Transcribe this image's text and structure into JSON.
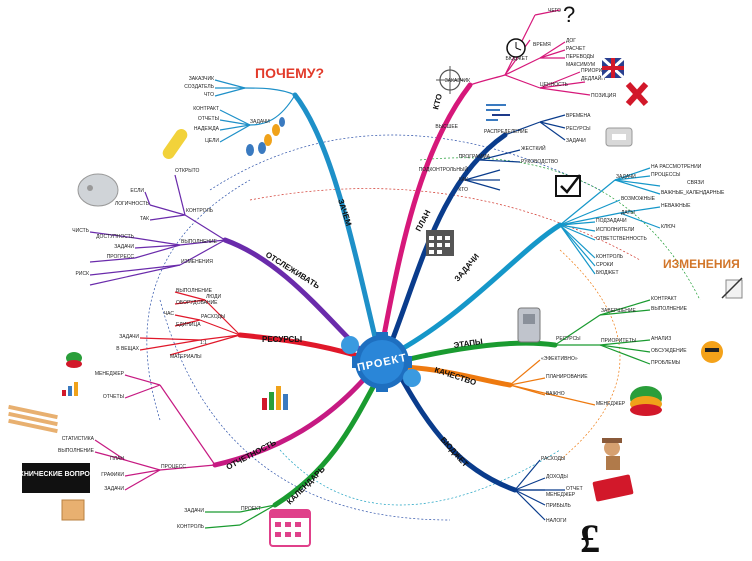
{
  "center": "ПРОЕКТ",
  "branches": {
    "why": "ЗАЧЕМ",
    "who": "КТО",
    "plan": "ПЛАН",
    "tasks": "ЗАДАЧИ",
    "stages": "ЭТАПЫ",
    "quality": "КАЧЕСТВО",
    "budget": "БЮДЖЕТ",
    "calendar": "КАЛЕНДАРЬ",
    "reporting": "ОТЧЕТНОСТЬ",
    "resources": "РЕСУРСЫ",
    "tracking": "ОТСЛЕЖИВАТЬ"
  },
  "headings": {
    "why_question": "ПОЧЕМУ?",
    "changes": "ИЗМЕНЕНИЯ",
    "tech_issues": "ТЕХНИЧЕСКИЕ ВОПРОСЫ"
  },
  "leaves": {
    "why": [
      "ЗАКАЗЧИК",
      "СОЗДАТЕЛЬ",
      "ЧТО",
      "ЗАДАЧИ",
      "КОНТРАКТ",
      "ОТЧЕТЫ",
      "НАДЕЖДА",
      "ЦЕЛИ"
    ],
    "who": [
      "ЧЕГО",
      "ВРЕМЯ",
      "БЮДЖЕТ",
      "ЗАКАЗЧИК",
      "ДОГ",
      "РАСЧЕТ",
      "ПЕРЕВОДЫ",
      "МАКСИМУМ",
      "ЦЕННОСТЬ",
      "ДЕДЛАЙН",
      "ПРИОРИТЕТЫ",
      "ПОЗИЦИЯ"
    ],
    "plan": [
      "ВРЕМЕНА",
      "РЕСУРСЫ",
      "ЖЕСТКИЙ",
      "ПРОГРАММА",
      "РУКОВОДСТВО",
      "РАСПРЕДЕЛЕНИЕ",
      "ЗАДАЧИ",
      "ВЫСШЕЕ",
      "ПОДКОНТРОЛЬНЫЙ",
      "КАК",
      "КТО"
    ],
    "tasks": [
      "НА РАССМОТРЕНИИ",
      "ПРОЦЕССЫ",
      "СВЯЗИ",
      "ВАЖНЫЕ_КАЛЕНДАРНЫЕ",
      "НЕВАЖНЫЕ",
      "ДАТЫ",
      "КЛЮЧ",
      "ВОЗМОЖНЫЕ",
      "ЗАДАЧИ",
      "ПОДЗАДАЧИ",
      "ИСПОЛНИТЕЛИ",
      "ОТВЕТСТВЕННОСТЬ",
      "КОНТРОЛЬ",
      "СРОКИ",
      "БЮДЖЕТ"
    ],
    "stages": [
      "КОНТРАКТ",
      "ВЫПОЛНЕНИЕ",
      "АНАЛИЗ",
      "ЗАВЕРШЕНИЕ",
      "ОБСУЖДЕНИЕ",
      "ПРОБЛЕМЫ",
      "ПРИОРИТЕТЫ",
      "РЕСУРСЫ"
    ],
    "quality": [
      "«ЭФЕКТИВНО»",
      "ПЛАНИРОВАНИЕ",
      "ВАЖНО",
      "МЕНЕДЖЕР"
    ],
    "budget": [
      "РАСХОДЫ",
      "ДОХОДЫ",
      "ОТЧЕТ",
      "МЕНЕДЖЕР",
      "ПРИБЫЛЬ",
      "НАЛОГИ"
    ],
    "calendar": [
      "ЗАДАЧИ",
      "ПРОЕКТ",
      "КОНТРОЛЬ"
    ],
    "reporting": [
      "МЕНЕДЖЕР",
      "ОТЧЕТЫ",
      "ПРОЦЕСС",
      "СТАТИСТИКА",
      "ВЫПОЛНЕНИЕ",
      "ГРАФИКИ",
      "ЗАДАЧИ",
      "ПЛАН"
    ],
    "resources": [
      "ЛЮДИ",
      "ВЫПОЛНЕНИЕ",
      "ОБОРУДОВАНИЕ",
      "РАСХОДЫ",
      "ЧАС",
      "ЕДИНИЦА",
      "ЗАДАЧИ",
      "В ВЕЩАХ",
      "МАТЕРИАЛЫ",
      "1:1"
    ],
    "tracking": [
      "ОТКРЫТО",
      "КОНТРОЛЬ",
      "ЛОГИЧНОСТЬ",
      "ЕСЛИ",
      "ТАК",
      "ДОСТУПНОСТЬ",
      "ЧИСТЬ",
      "ЗАДАЧИ",
      "ВЫПОЛНЕНИЕ",
      "ПРОГРЕСС",
      "РИСК",
      "ИЗМЕНЕНИЯ"
    ]
  },
  "icons": [
    "question-icon",
    "clock-icon",
    "uk-flag-icon",
    "red-x-icon",
    "crosshair-icon",
    "document-lines-icon",
    "budget-box-icon",
    "checkbox-icon",
    "calendar-icon",
    "pen-paper-icon",
    "coffee-machine-icon",
    "emoji-face-icon",
    "hard-hats-icon",
    "detective-icon",
    "red-book-icon",
    "pound-sign-icon",
    "footprints-icon",
    "tape-measure-icon",
    "piggy-bank-icon",
    "bar-chart-icon",
    "wood-sticks-icon",
    "box-icon",
    "calendar-pink-icon"
  ],
  "colors": {
    "why": "#1e90c8",
    "who": "#d6187a",
    "plan": "#0a3c8c",
    "tasks": "#1597c9",
    "stages": "#1a9b30",
    "quality": "#ee7a10",
    "budget": "#0a3c8c",
    "calendar": "#1a9b30",
    "reporting": "#c61a82",
    "resources": "#e0182a",
    "tracking": "#6a2bab",
    "center": "#2a7fd0"
  }
}
